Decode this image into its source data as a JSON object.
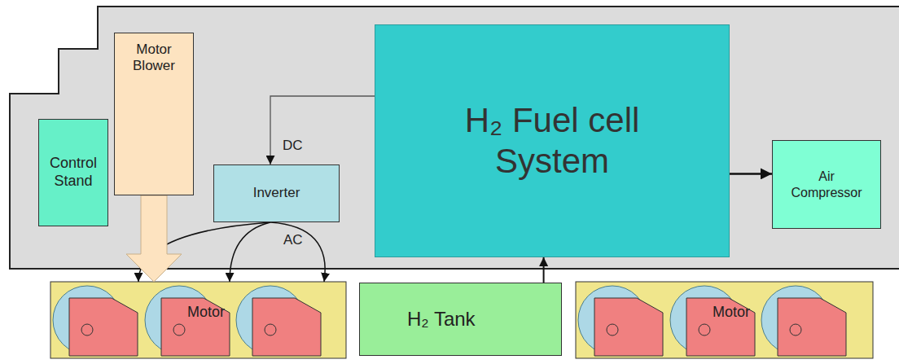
{
  "diagram": {
    "nodes": [
      {
        "text": [
          "Control Stand"
        ]
      },
      {
        "text": [
          "Motor Blower"
        ]
      },
      {
        "text": [
          "Inverter"
        ]
      },
      {
        "text": [
          "H₂ Fuel cell System"
        ]
      },
      {
        "text": [
          "Air Compressor"
        ]
      },
      {
        "text": [
          "Motor"
        ]
      },
      {
        "text": [
          "H₂ Tank"
        ]
      },
      {
        "text": [
          "Motor"
        ]
      }
    ],
    "edges": [
      {
        "from": 3,
        "to": 2,
        "arrow": "to",
        "label": "DC"
      },
      {
        "from": 2,
        "to": 5,
        "arrow": "to"
      },
      {
        "from": 2,
        "to": 5,
        "arrow": "to"
      },
      {
        "from": 2,
        "to": 5,
        "arrow": "to",
        "label": "AC"
      },
      {
        "from": 1,
        "to": 5,
        "arrow": "to"
      },
      {
        "from": 6,
        "to": 3,
        "arrow": "to"
      },
      {
        "from": 3,
        "to": 4,
        "arrow": "to"
      }
    ]
  }
}
